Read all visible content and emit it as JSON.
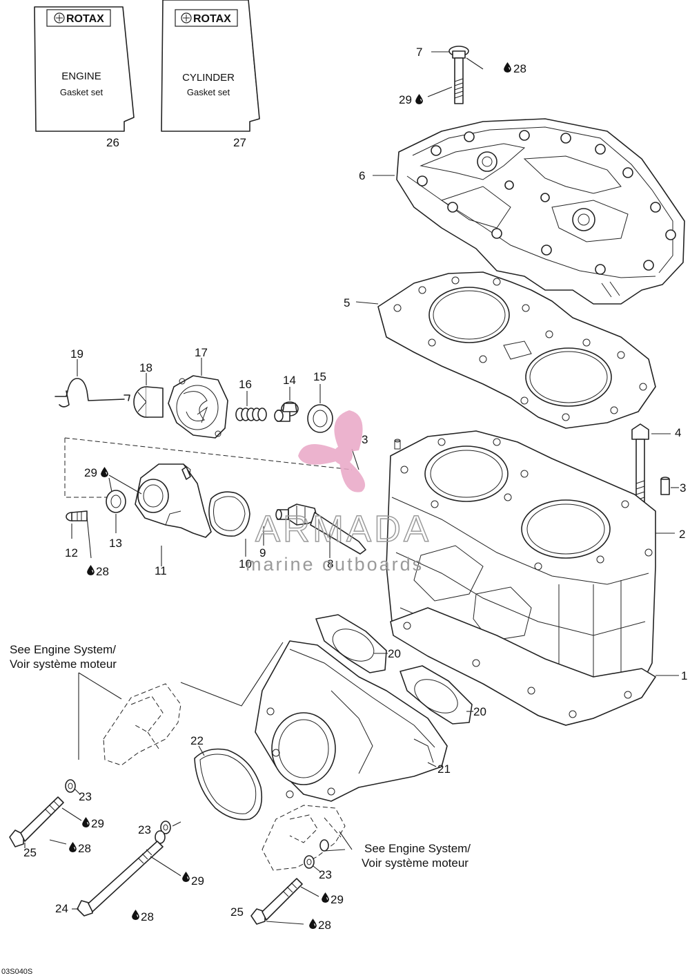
{
  "kits": [
    {
      "brand": "ROTAX",
      "title": "ENGINE",
      "subtitle": "Gasket set",
      "ref": "26"
    },
    {
      "brand": "ROTAX",
      "title": "CYLINDER",
      "subtitle": "Gasket set",
      "ref": "27"
    }
  ],
  "part_labels": {
    "p1": "1",
    "p2": "2",
    "p3a": "3",
    "p3b": "3",
    "p4": "4",
    "p5": "5",
    "p6": "6",
    "p7": "7",
    "p8": "8",
    "p9": "9",
    "p10": "10",
    "p11": "11",
    "p12": "12",
    "p13": "13",
    "p14": "14",
    "p15": "15",
    "p16": "16",
    "p17": "17",
    "p18": "18",
    "p19": "19",
    "p20a": "20",
    "p20b": "20",
    "p21": "21",
    "p22": "22",
    "p23a": "23",
    "p23b": "23",
    "p23c": "23",
    "p24": "24",
    "p25a": "25",
    "p25b": "25"
  },
  "lubricant_labels": {
    "l28a": "28",
    "l29a": "29",
    "l29b": "29",
    "l28b": "28",
    "l29c": "29",
    "l28c": "28",
    "l29d": "29",
    "l28d": "28",
    "l29e": "29",
    "l28e": "28"
  },
  "notes": {
    "left_line1": "See Engine System/",
    "left_line2": "Voir système moteur",
    "right_line1": "See Engine System/",
    "right_line2": "Voir système moteur"
  },
  "diagram_code": "03S040S",
  "watermark": {
    "title": "ARMADA",
    "subtitle": "marine outboards",
    "accent": "#e9a6c6"
  },
  "icons": {
    "lubricant": "oil-drop-icon",
    "logo": "propeller-logo-icon"
  },
  "colors": {
    "line": "#222222",
    "watermark_gray": "#9a9a9a",
    "logo_pink": "#e9a6c6"
  }
}
